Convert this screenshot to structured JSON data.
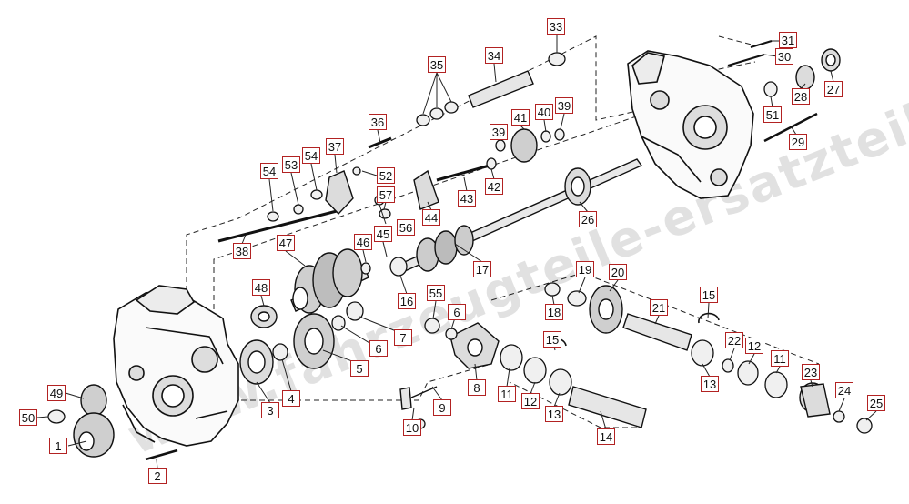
{
  "diagram": {
    "watermark": "www.fahrzeugteile-ersatzteile.de",
    "part_numbers": [
      "1",
      "2",
      "3",
      "4",
      "5",
      "6",
      "6",
      "7",
      "8",
      "9",
      "10",
      "11",
      "11",
      "12",
      "12",
      "13",
      "13",
      "14",
      "15",
      "15",
      "16",
      "17",
      "18",
      "19",
      "20",
      "21",
      "22",
      "23",
      "24",
      "25",
      "26",
      "27",
      "28",
      "29",
      "30",
      "31",
      "33",
      "34",
      "35",
      "36",
      "37",
      "38",
      "39",
      "39",
      "40",
      "41",
      "42",
      "43",
      "44",
      "45",
      "46",
      "47",
      "48",
      "49",
      "50",
      "51",
      "52",
      "53",
      "54",
      "54",
      "55",
      "56",
      "57"
    ]
  }
}
